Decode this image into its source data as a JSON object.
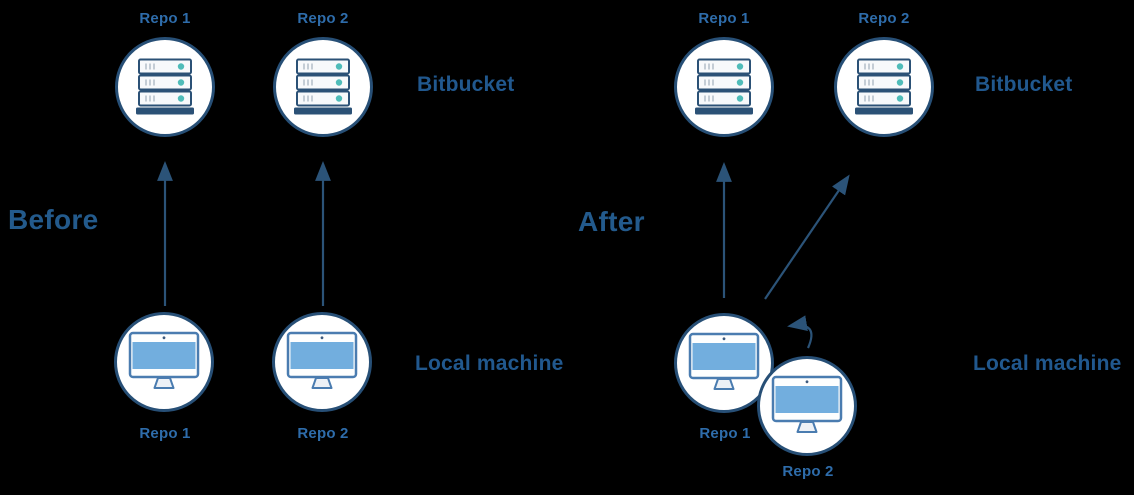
{
  "diagram": {
    "description": "Bitbucket repository merge diagram, before and after",
    "colors": {
      "background": "#000000",
      "circle_outline": "#274f76",
      "circle_fill": "#ffffff",
      "arrow": "#2b5378",
      "section_title_blue": "#235a8c",
      "zone_label_blue": "#21588e",
      "repo_label_blue": "#2e6caa",
      "server_row_fill": "#f7f9fb",
      "server_outline": "#2b5176",
      "server_dot_teal": "#4fbcb9",
      "monitor_border": "#4a7cb0",
      "monitor_screen": "#72aede"
    },
    "before": {
      "title": "Before",
      "bitbucket_label": "Bitbucket",
      "local_label": "Local machine",
      "top_repos": [
        "Repo 1",
        "Repo 2"
      ],
      "bottom_repos": [
        "Repo 1",
        "Repo 2"
      ]
    },
    "after": {
      "title": "After",
      "bitbucket_label": "Bitbucket",
      "local_label": "Local machine",
      "top_repos": [
        "Repo 1",
        "Repo 2"
      ],
      "bottom_repos": [
        "Repo 1",
        "Repo 2"
      ]
    }
  }
}
